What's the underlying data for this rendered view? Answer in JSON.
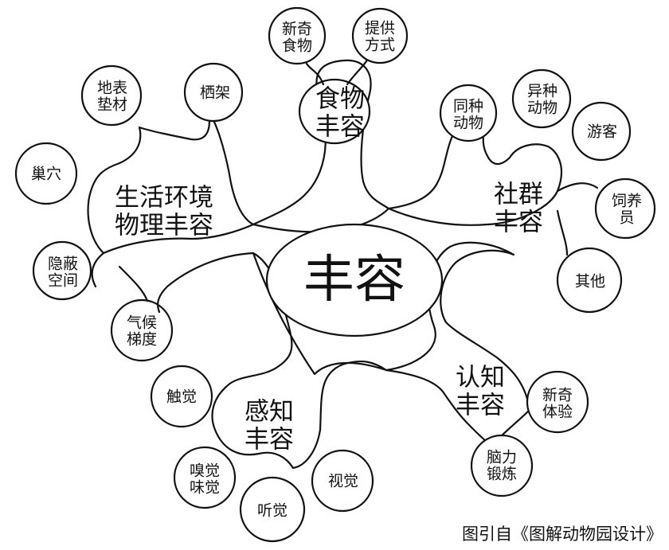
{
  "center": {
    "label": "丰容"
  },
  "branches": {
    "food": {
      "label": "食物\n丰容"
    },
    "social": {
      "label": "社群\n丰容"
    },
    "habitat": {
      "label": "生活环境\n物理丰容"
    },
    "sensory": {
      "label": "感知\n丰容"
    },
    "cognitive": {
      "label": "认知\n丰容"
    }
  },
  "leaves": {
    "novel_food": {
      "label": "新奇\n食物"
    },
    "feeding_method": {
      "label": "提供\n方式"
    },
    "same_species": {
      "label": "同种\n动物"
    },
    "other_species": {
      "label": "异种\n动物"
    },
    "visitors": {
      "label": "游客"
    },
    "keepers": {
      "label": "饲养员"
    },
    "others": {
      "label": "其他"
    },
    "ground_substrate": {
      "label": "地表\n垫材"
    },
    "perch": {
      "label": "栖架"
    },
    "nest": {
      "label": "巢穴"
    },
    "hidden_space": {
      "label": "隐蔽\n空间"
    },
    "climate_gradient": {
      "label": "气候\n梯度"
    },
    "touch": {
      "label": "触觉"
    },
    "smell_taste": {
      "label": "嗅觉\n味觉"
    },
    "hearing": {
      "label": "听觉"
    },
    "sight": {
      "label": "视觉"
    },
    "novel_experience": {
      "label": "新奇\n体验"
    },
    "brain_training": {
      "label": "脑力\n锻炼"
    }
  },
  "credit": "图引自《图解动物园设计》",
  "colors": {
    "stroke": "#111111",
    "fill": "#ffffff",
    "text": "#111111"
  }
}
